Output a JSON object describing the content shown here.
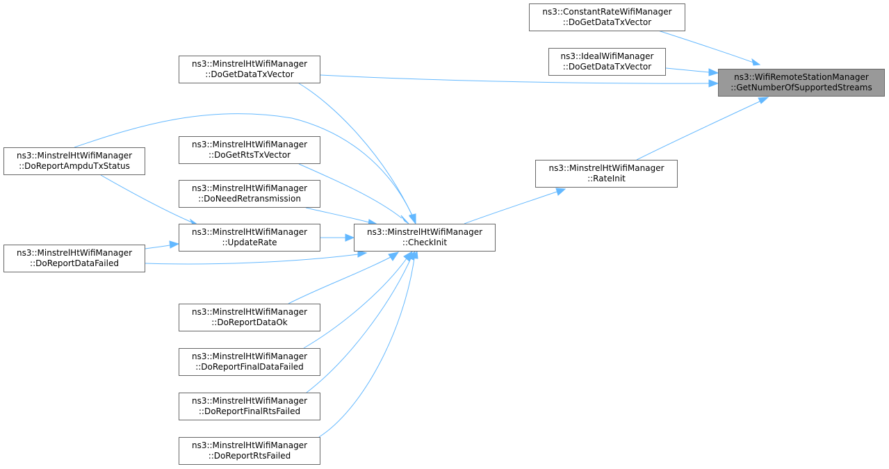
{
  "nodes": [
    {
      "id": "n_target",
      "line1": "ns3::WifiRemoteStationManager",
      "line2": "::GetNumberOfSupportedStreams",
      "selected": true
    },
    {
      "id": "n_const",
      "line1": "ns3::ConstantRateWifiManager",
      "line2": "::DoGetDataTxVector"
    },
    {
      "id": "n_ideal",
      "line1": "ns3::IdealWifiManager",
      "line2": "::DoGetDataTxVector"
    },
    {
      "id": "n_mdgdt",
      "line1": "ns3::MinstrelHtWifiManager",
      "line2": "::DoGetDataTxVector"
    },
    {
      "id": "n_rinit",
      "line1": "ns3::MinstrelHtWifiManager",
      "line2": "::RateInit"
    },
    {
      "id": "n_check",
      "line1": "ns3::MinstrelHtWifiManager",
      "line2": "::CheckInit"
    },
    {
      "id": "n_ampdu",
      "line1": "ns3::MinstrelHtWifiManager",
      "line2": "::DoReportAmpduTxStatus"
    },
    {
      "id": "n_rts",
      "line1": "ns3::MinstrelHtWifiManager",
      "line2": "::DoGetRtsTxVector"
    },
    {
      "id": "n_retx",
      "line1": "ns3::MinstrelHtWifiManager",
      "line2": "::DoNeedRetransmission"
    },
    {
      "id": "n_upd",
      "line1": "ns3::MinstrelHtWifiManager",
      "line2": "::UpdateRate"
    },
    {
      "id": "n_dfail",
      "line1": "ns3::MinstrelHtWifiManager",
      "line2": "::DoReportDataFailed"
    },
    {
      "id": "n_dok",
      "line1": "ns3::MinstrelHtWifiManager",
      "line2": "::DoReportDataOk"
    },
    {
      "id": "n_fdf",
      "line1": "ns3::MinstrelHtWifiManager",
      "line2": "::DoReportFinalDataFailed"
    },
    {
      "id": "n_frf",
      "line1": "ns3::MinstrelHtWifiManager",
      "line2": "::DoReportFinalRtsFailed"
    },
    {
      "id": "n_rfail",
      "line1": "ns3::MinstrelHtWifiManager",
      "line2": "::DoReportRtsFailed"
    }
  ],
  "edges": [
    {
      "from": "n_const",
      "to": "n_target"
    },
    {
      "from": "n_ideal",
      "to": "n_target"
    },
    {
      "from": "n_mdgdt",
      "to": "n_target"
    },
    {
      "from": "n_rinit",
      "to": "n_target"
    },
    {
      "from": "n_check",
      "to": "n_rinit"
    },
    {
      "from": "n_mdgdt",
      "to": "n_check"
    },
    {
      "from": "n_ampdu",
      "to": "n_check"
    },
    {
      "from": "n_rts",
      "to": "n_check"
    },
    {
      "from": "n_retx",
      "to": "n_check"
    },
    {
      "from": "n_upd",
      "to": "n_check"
    },
    {
      "from": "n_dfail",
      "to": "n_check"
    },
    {
      "from": "n_dok",
      "to": "n_check"
    },
    {
      "from": "n_fdf",
      "to": "n_check"
    },
    {
      "from": "n_frf",
      "to": "n_check"
    },
    {
      "from": "n_rfail",
      "to": "n_check"
    },
    {
      "from": "n_ampdu",
      "to": "n_upd"
    },
    {
      "from": "n_dfail",
      "to": "n_upd"
    }
  ],
  "colors": {
    "edge": "#63b8ff",
    "node_border": "#666666",
    "selected_fill": "#999999"
  }
}
